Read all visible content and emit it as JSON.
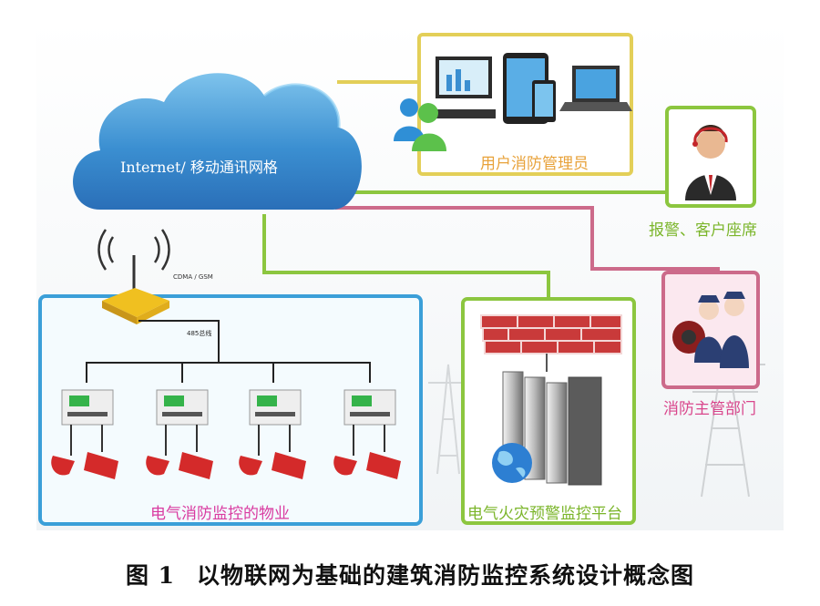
{
  "cloud": {
    "label": "Internet/ 移动通讯网格"
  },
  "nodes": {
    "user_admin": {
      "label": "用户消防管理员"
    },
    "alarm_seat": {
      "label": "报警、客户座席"
    },
    "fire_dept": {
      "label": "消防主管部门"
    },
    "platform": {
      "label": "电气火灾预警监控平台"
    },
    "property": {
      "label": "电气消防监控的物业"
    }
  },
  "network": {
    "wireless_label": "CDMA / GSM",
    "bus_label": "485总线"
  },
  "caption": {
    "number": "图 1",
    "title": "以物联网为基础的建筑消防监控系统设计概念图"
  },
  "colors": {
    "yellow_frame": "#e3cf58",
    "green_frame": "#8cc63f",
    "pink_frame": "#cc6a8a",
    "blue_frame": "#3b9fd8",
    "cloud": "#3c8fcf",
    "text_orange": "#e8a23a",
    "text_green": "#7bb52a",
    "text_red": "#d9468c"
  }
}
